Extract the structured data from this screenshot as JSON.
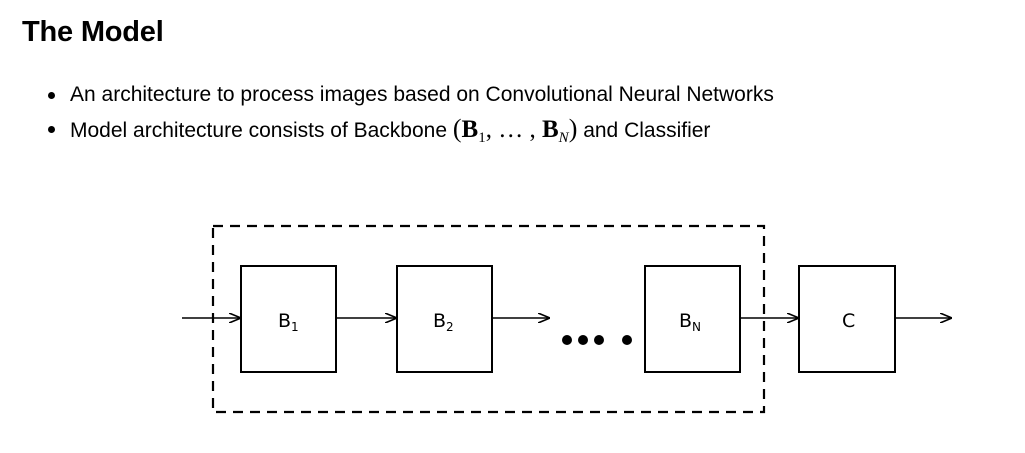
{
  "slide": {
    "title": "The Model",
    "bullets": [
      {
        "text": "An architecture to process images based on Convolutional Neural Networks"
      },
      {
        "text_before": "Model architecture consists of Backbone ",
        "text_after": " and Classifier",
        "math": {
          "open": "(",
          "b1_base": "B",
          "b1_sub": "1",
          "sep": ", … , ",
          "bn_base": "B",
          "bn_sub": "N",
          "close": ")"
        }
      }
    ]
  },
  "diagram": {
    "blocks": [
      {
        "id": "b1",
        "base": "B",
        "sub": "1"
      },
      {
        "id": "b2",
        "base": "B",
        "sub": "2"
      },
      {
        "id": "bn",
        "base": "B",
        "sub": "N"
      },
      {
        "id": "c",
        "base": "C",
        "sub": ""
      }
    ],
    "ellipsis": "••• •"
  }
}
